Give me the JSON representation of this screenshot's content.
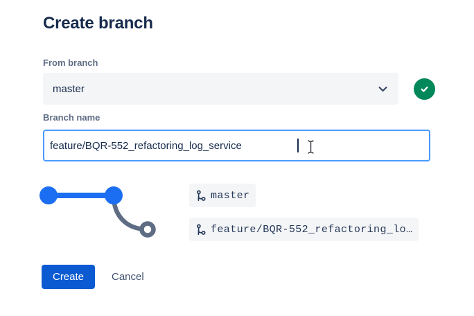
{
  "dialog": {
    "title": "Create branch"
  },
  "from_branch": {
    "label": "From branch",
    "selected_value": "master",
    "chevron_icon": "chevron-down-icon",
    "validation_icon": "check-circle-icon",
    "validation_color": "#00875A"
  },
  "branch_name": {
    "label": "Branch name",
    "value": "feature/BQR-552_refactoring_log_service",
    "focus_border_color": "#4C9AFF",
    "cursor_icon": "i-beam-cursor"
  },
  "preview": {
    "source": {
      "label": "master",
      "icon": "git-branch-icon",
      "color": "#1B6EF2"
    },
    "target": {
      "label": "feature/BQR-552_refactoring_lo…",
      "icon": "git-branch-icon",
      "color": "#5E6C84"
    }
  },
  "actions": {
    "create_label": "Create",
    "cancel_label": "Cancel",
    "primary_color": "#0B5AD1"
  }
}
